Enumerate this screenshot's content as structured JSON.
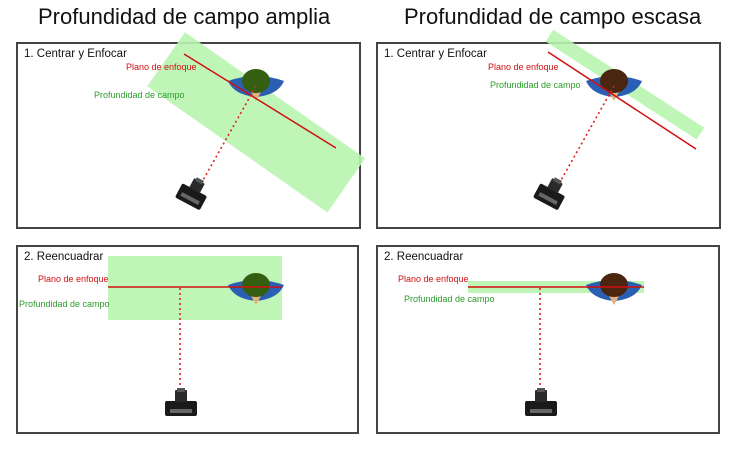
{
  "titles": {
    "left": "Profundidad de campo amplia",
    "right": "Profundidad de campo escasa"
  },
  "panels": {
    "wide_focus": {
      "label": "1. Centrar y Enfocar",
      "plane_label": "Plano de enfoque",
      "dof_label": "Profundidad de campo"
    },
    "shallow_focus": {
      "label": "1. Centrar y Enfocar",
      "plane_label": "Plano de enfoque",
      "dof_label": "Profundidad de campo"
    },
    "wide_recompose": {
      "label": "2. Reencuadrar",
      "plane_label": "Plano de enfoque",
      "dof_label": "Profundidad de campo"
    },
    "shallow_recompose": {
      "label": "2. Reencuadrar",
      "plane_label": "Plano de enfoque",
      "dof_label": "Profundidad de campo"
    }
  },
  "colors": {
    "focus_plane": "#d01010",
    "dof_band": "#b8f5b0",
    "dof_text": "#2e9b2e",
    "frame": "#444444",
    "face_wide": "#355f10",
    "face_shallow": "#4a2510",
    "shoulders": "#2b5fb3",
    "skin": "#e3b27a"
  }
}
